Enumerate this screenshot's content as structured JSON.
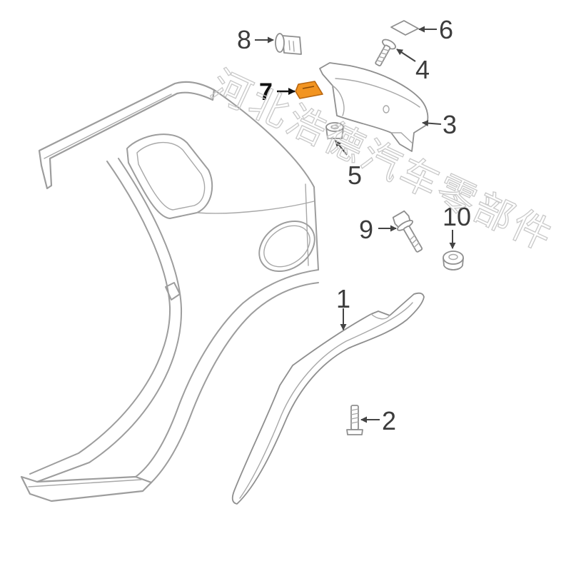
{
  "watermark": "河北浩德汽车零部件",
  "callouts": [
    {
      "number": "1"
    },
    {
      "number": "2"
    },
    {
      "number": "3"
    },
    {
      "number": "4"
    },
    {
      "number": "5"
    },
    {
      "number": "6"
    },
    {
      "number": "7"
    },
    {
      "number": "8"
    },
    {
      "number": "9"
    },
    {
      "number": "10"
    }
  ],
  "colors": {
    "background": "#ffffff",
    "line": "#9d9d9d",
    "label": "#3c3c3c",
    "highlight": "#f29421"
  }
}
